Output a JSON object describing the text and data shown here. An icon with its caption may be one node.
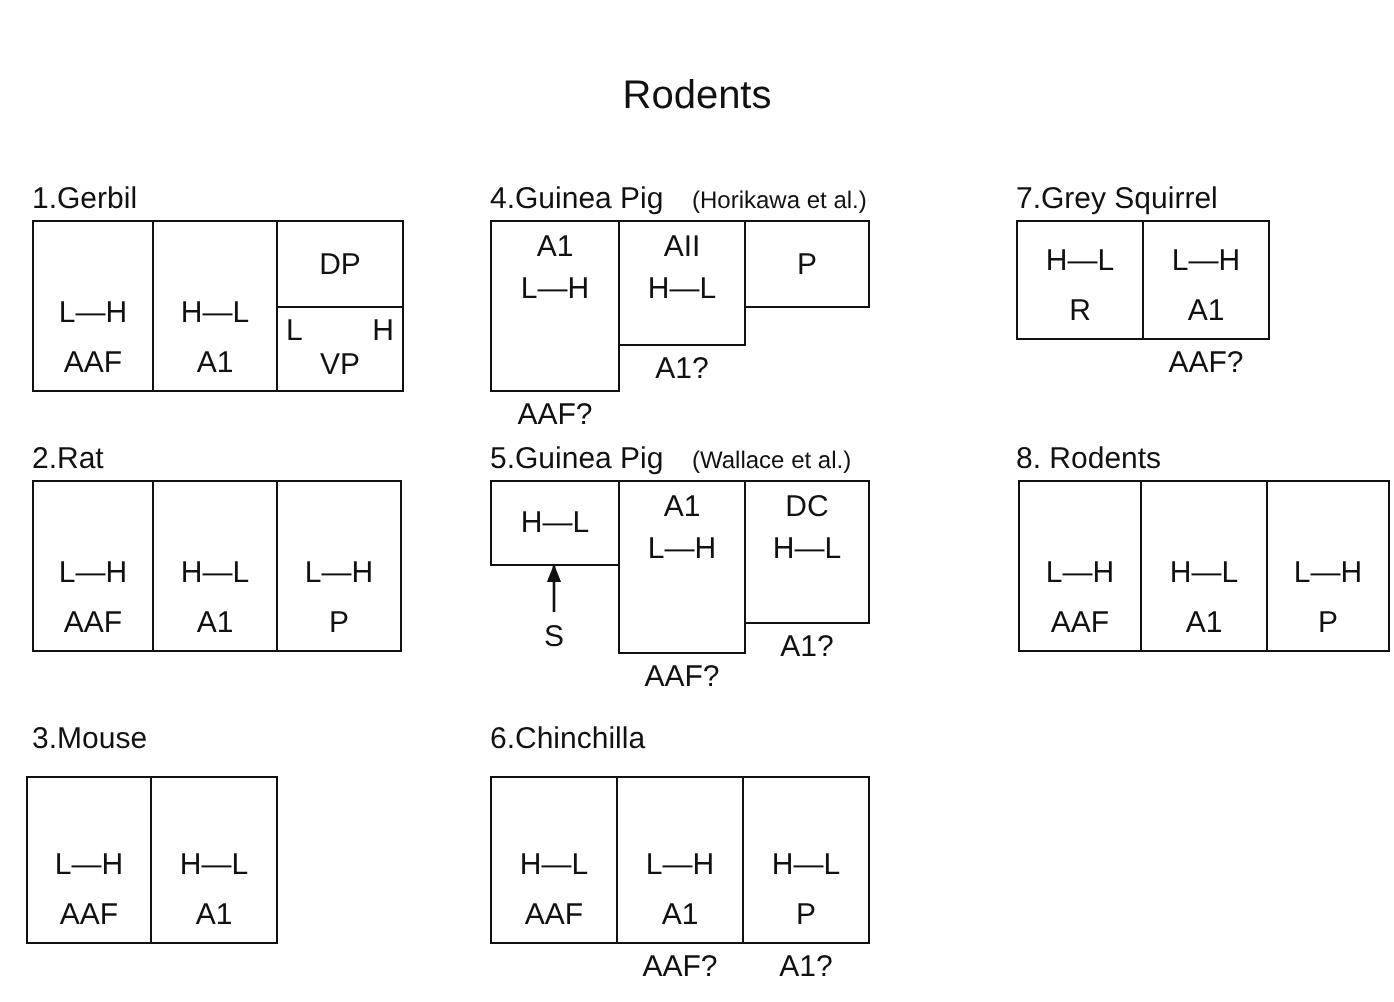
{
  "diagram": {
    "title": "Rodents",
    "nodes": [
      {
        "text": [
          "L—H",
          "AAF"
        ]
      },
      {
        "text": [
          "H—L",
          "A1"
        ]
      },
      {
        "text": [
          "DP"
        ]
      },
      {
        "text": [
          "L",
          "H",
          "VP"
        ]
      },
      {
        "text": [
          "A1",
          "L—H"
        ],
        "beside": [
          "AAF?"
        ]
      },
      {
        "text": [
          "AII",
          "H—L"
        ],
        "beside": [
          "A1?"
        ]
      },
      {
        "text": [
          "P"
        ]
      },
      {
        "text": [
          "H—L",
          "R"
        ]
      },
      {
        "text": [
          "L—H",
          "A1"
        ],
        "beside": [
          "AAF?"
        ]
      },
      {
        "text": [
          "L—H",
          "AAF"
        ]
      },
      {
        "text": [
          "H—L",
          "A1"
        ]
      },
      {
        "text": [
          "L—H",
          "P"
        ]
      },
      {
        "text": [
          "H—L"
        ]
      },
      {
        "text": [
          "A1",
          "L—H"
        ],
        "beside": [
          "AAF?"
        ]
      },
      {
        "text": [
          "DC",
          "H—L"
        ],
        "beside": [
          "A1?"
        ]
      },
      {
        "text": [
          "S"
        ]
      },
      {
        "text": [
          "L—H",
          "AAF"
        ]
      },
      {
        "text": [
          "H—L",
          "A1"
        ]
      },
      {
        "text": [
          "L—H",
          "P"
        ]
      },
      {
        "text": [
          "L—H",
          "AAF"
        ]
      },
      {
        "text": [
          "H—L",
          "A1"
        ]
      },
      {
        "text": [
          "H—L",
          "AAF"
        ]
      },
      {
        "text": [
          "L—H",
          "A1"
        ],
        "beside": [
          "AAF?"
        ]
      },
      {
        "text": [
          "H—L",
          "P"
        ],
        "beside": [
          "A1?"
        ]
      }
    ],
    "edges": [
      {
        "from": 15,
        "to": 12,
        "arrow": "to"
      }
    ],
    "labels": [
      "1.Gerbil",
      "4.Guinea Pig",
      "(Horikawa et al.)",
      "7.Grey Squirrel",
      "2.Rat",
      "5.Guinea Pig",
      "(Wallace et al.)",
      "8. Rodents",
      "3.Mouse",
      "6.Chinchilla"
    ]
  }
}
